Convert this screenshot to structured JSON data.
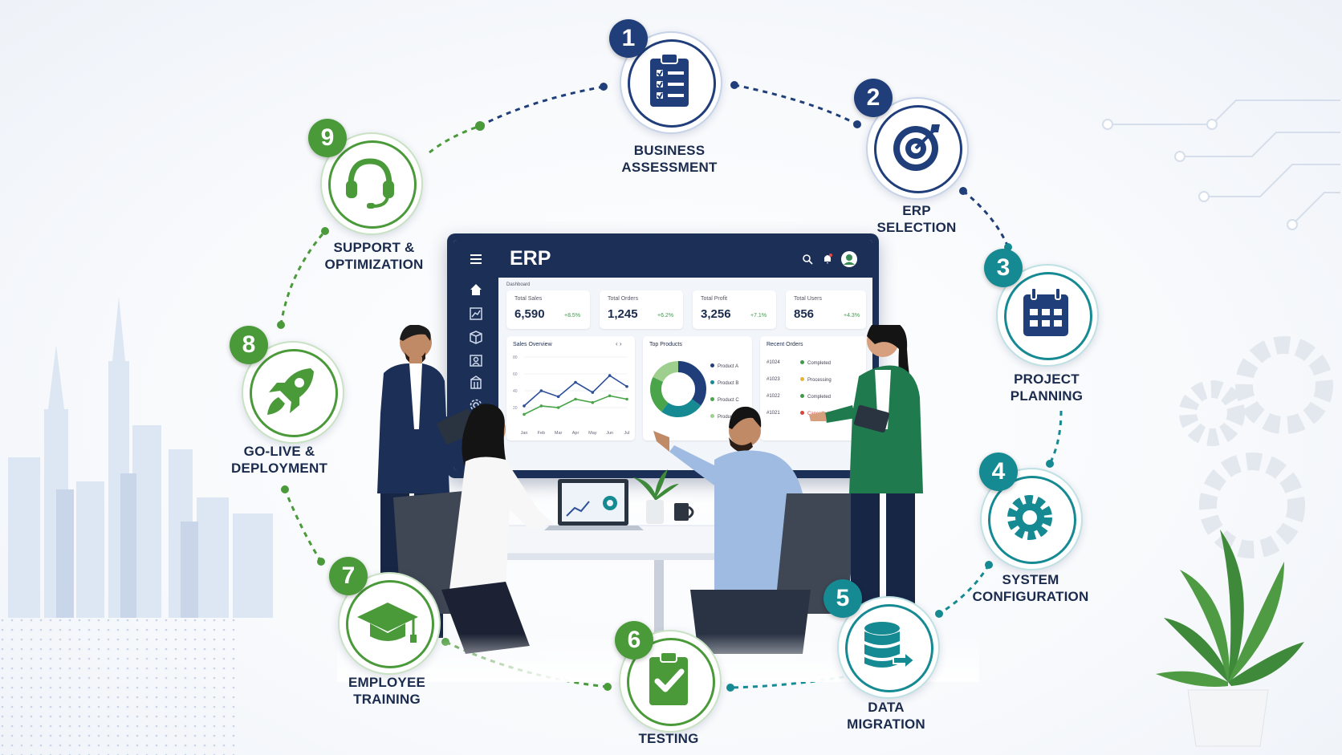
{
  "steps": [
    {
      "num": "1",
      "line1": "BUSINESS",
      "line2": "ASSESSMENT",
      "icon": "clipboard-checklist-icon",
      "color": "#1f3e7a"
    },
    {
      "num": "2",
      "line1": "ERP",
      "line2": "SELECTION",
      "icon": "target-icon",
      "color": "#1f3e7a"
    },
    {
      "num": "3",
      "line1": "PROJECT",
      "line2": "PLANNING",
      "icon": "calendar-icon",
      "color": "#168a93"
    },
    {
      "num": "4",
      "line1": "SYSTEM",
      "line2": "CONFIGURATION",
      "icon": "gear-icon",
      "color": "#168a93"
    },
    {
      "num": "5",
      "line1": "DATA",
      "line2": "MIGRATION",
      "icon": "database-transfer-icon",
      "color": "#168a93"
    },
    {
      "num": "6",
      "line1": "TESTING",
      "line2": "",
      "icon": "clipboard-check-icon",
      "color": "#4a9a3a"
    },
    {
      "num": "7",
      "line1": "EMPLOYEE",
      "line2": "TRAINING",
      "icon": "graduation-cap-icon",
      "color": "#4a9a3a"
    },
    {
      "num": "8",
      "line1": "GO-LIVE &",
      "line2": "DEPLOYMENT",
      "icon": "rocket-icon",
      "color": "#4a9a3a"
    },
    {
      "num": "9",
      "line1": "SUPPORT &",
      "line2": "OPTIMIZATION",
      "icon": "headset-icon",
      "color": "#4a9a3a"
    }
  ],
  "dashboard": {
    "title": "ERP",
    "section": "Dashboard",
    "kpis": [
      {
        "label": "Total Sales",
        "value": "6,590",
        "change": "+8.5%"
      },
      {
        "label": "Total Orders",
        "value": "1,245",
        "change": "+6.2%"
      },
      {
        "label": "Total Profit",
        "value": "3,256",
        "change": "+7.1%"
      },
      {
        "label": "Total Users",
        "value": "856",
        "change": "+4.3%"
      }
    ],
    "sales_overview": {
      "title": "Sales Overview",
      "months": [
        "Jan",
        "Feb",
        "Mar",
        "Apr",
        "May",
        "Jun",
        "Jul"
      ],
      "yticks": [
        "80",
        "60",
        "40",
        "20"
      ]
    },
    "top_products": {
      "title": "Top Products",
      "items": [
        "Product A",
        "Product B",
        "Product C",
        "Product D"
      ]
    },
    "recent_orders": {
      "title": "Recent Orders",
      "rows": [
        {
          "id": "#1024",
          "status": "Completed"
        },
        {
          "id": "#1023",
          "status": "Processing"
        },
        {
          "id": "#1022",
          "status": "Completed"
        },
        {
          "id": "#1021",
          "status": "Cancelled"
        }
      ]
    }
  },
  "chart_data": {
    "type": "line",
    "categories": [
      "Jan",
      "Feb",
      "Mar",
      "Apr",
      "May",
      "Jun",
      "Jul"
    ],
    "series": [
      {
        "values": [
          22,
          40,
          33,
          50,
          38,
          58,
          45
        ],
        "color": "#2d4f9a"
      },
      {
        "values": [
          12,
          22,
          20,
          30,
          26,
          34,
          30
        ],
        "color": "#4aa54a"
      }
    ],
    "ylim": [
      0,
      80
    ]
  },
  "donut": {
    "values": [
      35,
      25,
      22,
      18
    ],
    "colors": [
      "#1f3e7a",
      "#168a93",
      "#4aa54a",
      "#9fcf8f"
    ]
  },
  "colors": {
    "navy": "#1f3e7a",
    "green": "#4a9a3a",
    "teal": "#168a93"
  }
}
